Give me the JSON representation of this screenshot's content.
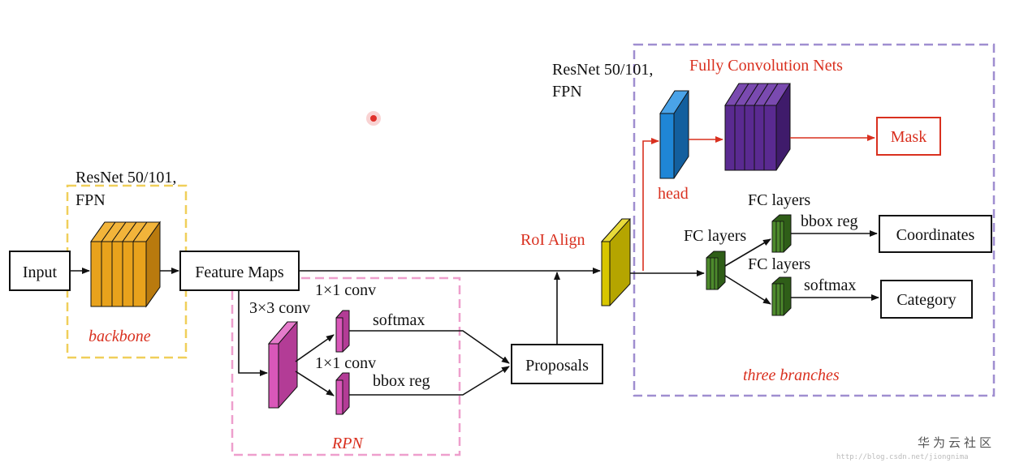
{
  "backbone": {
    "caption": "ResNet 50/101,",
    "caption2": "FPN",
    "label": "backbone"
  },
  "nodes": {
    "input": "Input",
    "feature_maps": "Feature Maps",
    "proposals": "Proposals",
    "mask": "Mask",
    "coordinates": "Coordinates",
    "category": "Category"
  },
  "rpn": {
    "conv3": "3×3 conv",
    "conv1_top": "1×1 conv",
    "conv1_bottom": "1×1 conv",
    "softmax": "softmax",
    "bbox_reg": "bbox reg",
    "label": "RPN"
  },
  "roi": {
    "label": "RoI Align"
  },
  "branches": {
    "caption": "ResNet 50/101,",
    "caption2": "FPN",
    "fcn_title": "Fully Convolution Nets",
    "head": "head",
    "fc_main": "FC layers",
    "fc_top": "FC layers",
    "fc_bottom": "FC layers",
    "bbox_reg": "bbox reg",
    "softmax": "softmax",
    "label": "three branches"
  },
  "watermark": {
    "brand": "华为云社区",
    "url": "http://blog.csdn.net/jiongnima"
  },
  "colors": {
    "backbone_fill": "#e8a21c",
    "rpn_fill": "#d957b9",
    "roi_fill": "#d8c600",
    "head_fill": "#1f86d6",
    "fcn_fill": "#5a2a91",
    "fc_fill": "#4d8a2c",
    "red": "#d9301f",
    "backbone_border": "#f0cf5a",
    "rpn_border": "#ee9fcd",
    "branch_border": "#9f8ed0"
  }
}
